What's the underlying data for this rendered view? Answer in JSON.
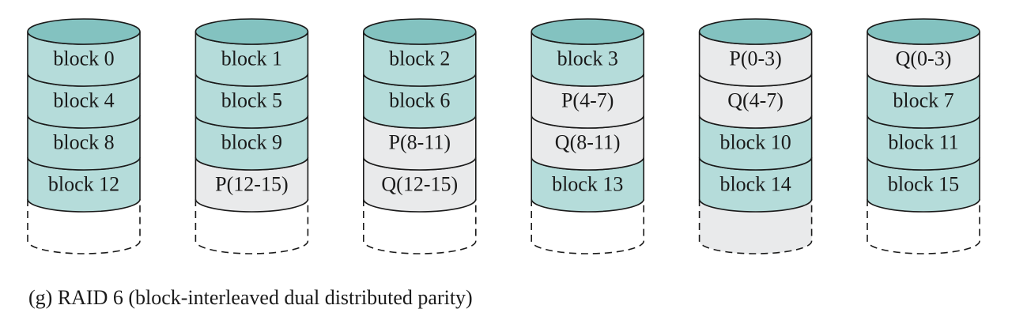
{
  "colors": {
    "data_block": "#b5dcda",
    "parity_block": "#e9eaeb",
    "disk_top": "#83c2c0",
    "stroke": "#1a1a1a"
  },
  "disks": [
    {
      "name": "disk-0",
      "spare_shaded": false,
      "blocks": [
        {
          "label": "block 0",
          "kind": "data"
        },
        {
          "label": "block 4",
          "kind": "data"
        },
        {
          "label": "block 8",
          "kind": "data"
        },
        {
          "label": "block 12",
          "kind": "data"
        }
      ]
    },
    {
      "name": "disk-1",
      "spare_shaded": false,
      "blocks": [
        {
          "label": "block 1",
          "kind": "data"
        },
        {
          "label": "block 5",
          "kind": "data"
        },
        {
          "label": "block 9",
          "kind": "data"
        },
        {
          "label": "P(12-15)",
          "kind": "parity"
        }
      ]
    },
    {
      "name": "disk-2",
      "spare_shaded": false,
      "blocks": [
        {
          "label": "block 2",
          "kind": "data"
        },
        {
          "label": "block 6",
          "kind": "data"
        },
        {
          "label": "P(8-11)",
          "kind": "parity"
        },
        {
          "label": "Q(12-15)",
          "kind": "parity"
        }
      ]
    },
    {
      "name": "disk-3",
      "spare_shaded": false,
      "blocks": [
        {
          "label": "block 3",
          "kind": "data"
        },
        {
          "label": "P(4-7)",
          "kind": "parity"
        },
        {
          "label": "Q(8-11)",
          "kind": "parity"
        },
        {
          "label": "block 13",
          "kind": "data"
        }
      ]
    },
    {
      "name": "disk-4",
      "spare_shaded": true,
      "blocks": [
        {
          "label": "P(0-3)",
          "kind": "parity"
        },
        {
          "label": "Q(4-7)",
          "kind": "parity"
        },
        {
          "label": "block 10",
          "kind": "data"
        },
        {
          "label": "block 14",
          "kind": "data"
        }
      ]
    },
    {
      "name": "disk-5",
      "spare_shaded": false,
      "blocks": [
        {
          "label": "Q(0-3)",
          "kind": "parity"
        },
        {
          "label": "block 7",
          "kind": "data"
        },
        {
          "label": "block 11",
          "kind": "data"
        },
        {
          "label": "block 15",
          "kind": "data"
        }
      ]
    }
  ],
  "caption": "(g) RAID 6 (block-interleaved dual distributed parity)"
}
